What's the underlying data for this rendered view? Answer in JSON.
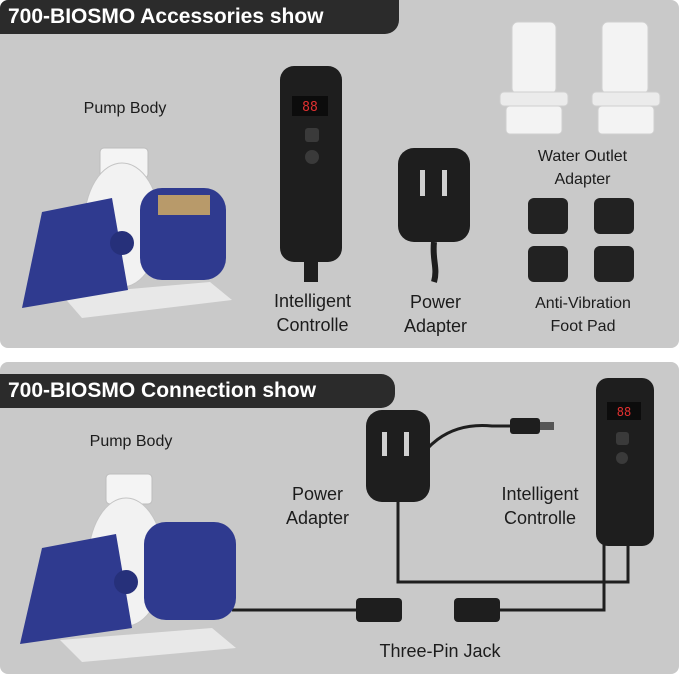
{
  "top_panel": {
    "banner": "700-BIOSMO Accessories show",
    "pump_label": "Pump Body",
    "controller_label": [
      "Intelligent",
      "Controlle"
    ],
    "adapter_label": [
      "Power",
      "Adapter"
    ],
    "outlet_label": [
      "Water Outlet",
      "Adapter"
    ],
    "footpad_label": [
      "Anti-Vibration",
      "Foot Pad"
    ]
  },
  "bottom_panel": {
    "banner": "700-BIOSMO Connection show",
    "pump_label": "Pump Body",
    "adapter_label": [
      "Power",
      "Adapter"
    ],
    "controller_label": [
      "Intelligent",
      "Controlle"
    ],
    "jack_label": "Three-Pin Jack"
  },
  "colors": {
    "panel_bg": "#c9c9c9",
    "banner_bg": "#2b2b2b",
    "pump_blue": "#2f3a8f",
    "pump_white": "#f2f2f2",
    "device_black": "#1e1e1e"
  }
}
